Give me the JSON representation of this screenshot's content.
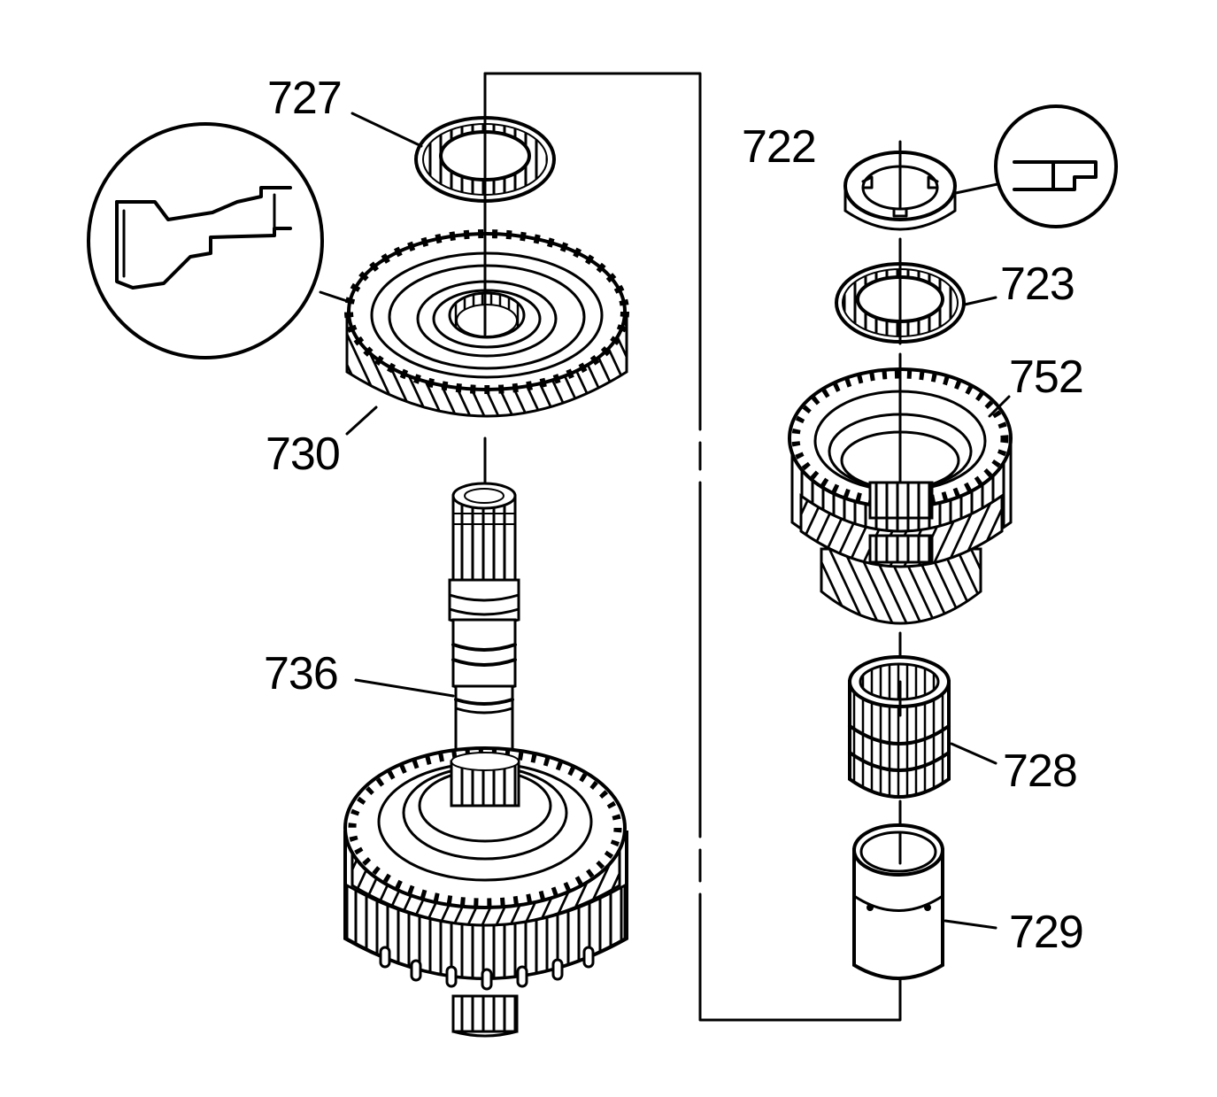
{
  "figure": {
    "type": "exploded-parts-diagram",
    "line_color": "#000000",
    "background_color": "#ffffff",
    "labels": {
      "p727": "727",
      "p722": "722",
      "p723": "723",
      "p752": "752",
      "p730": "730",
      "p736": "736",
      "p728": "728",
      "p729": "729"
    }
  }
}
